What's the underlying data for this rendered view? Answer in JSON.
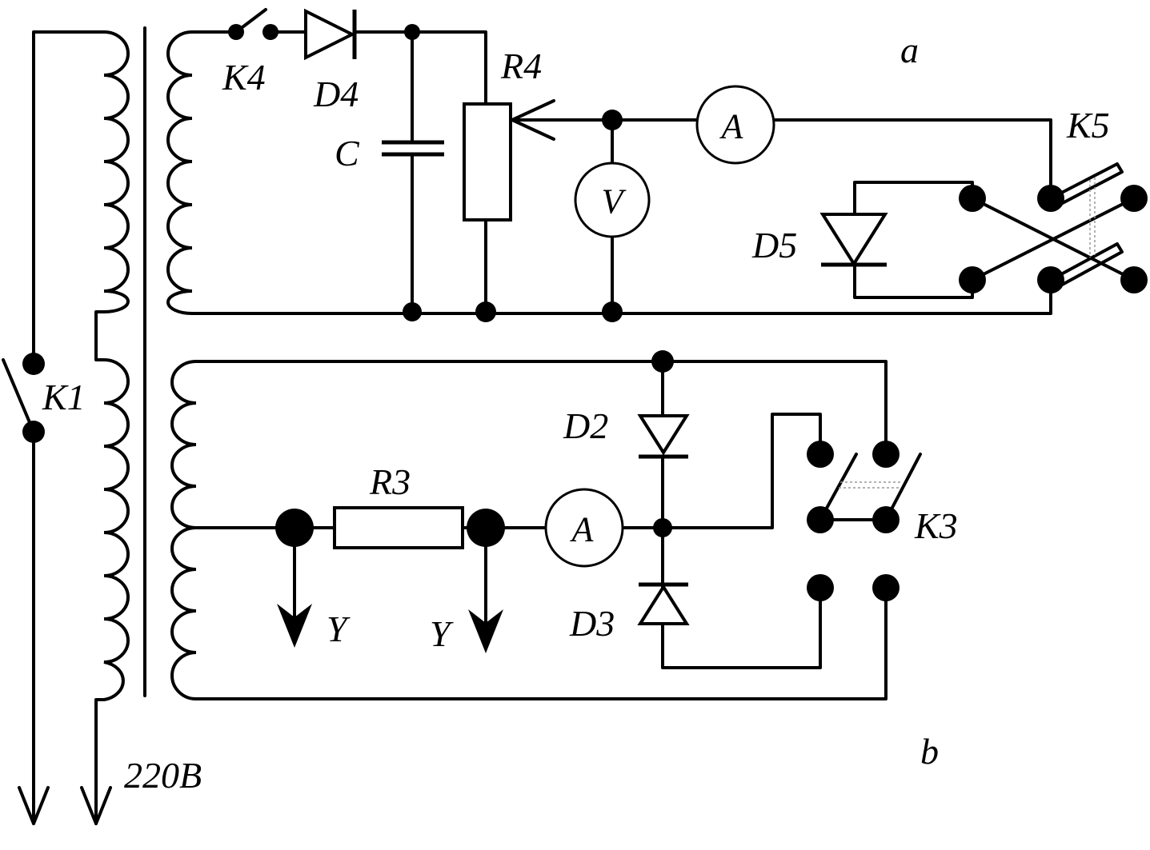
{
  "labels": {
    "K1": "K1",
    "K3": "K3",
    "K4": "K4",
    "K5": "K5",
    "D2": "D2",
    "D3": "D3",
    "D4": "D4",
    "D5": "D5",
    "R3": "R3",
    "R4": "R4",
    "C": "C",
    "Y_left": "Y",
    "Y_right": "Y",
    "supply": "220B",
    "section_a": "a",
    "section_b": "b"
  },
  "meters": {
    "ammeter_top": "A",
    "voltmeter": "V",
    "ammeter_bottom": "A"
  }
}
